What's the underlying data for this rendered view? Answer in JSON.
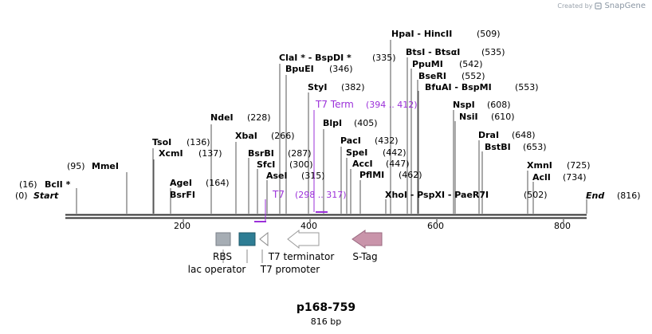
{
  "watermark": {
    "prefix": "Created by",
    "brand": "SnapGene"
  },
  "plasmid": {
    "name": "p168-759",
    "length_label": "816 bp"
  },
  "start_end": {
    "start": {
      "name": "Start",
      "pos": "(0)"
    },
    "end": {
      "name": "End",
      "pos": "(816)"
    }
  },
  "ticks": [
    "200",
    "400",
    "600",
    "800"
  ],
  "sites": [
    {
      "id": "bcli",
      "name": "BclI *",
      "pos": "(16)"
    },
    {
      "id": "mmei",
      "name": "MmeI",
      "pos": "(95)"
    },
    {
      "id": "tsoi",
      "name": "TsoI",
      "pos": "(136)"
    },
    {
      "id": "xcmi",
      "name": "XcmI",
      "pos": "(137)"
    },
    {
      "id": "agei",
      "name": "AgeI",
      "pos": ""
    },
    {
      "id": "bsrfi",
      "name": "BsrFI",
      "pos": "(164)"
    },
    {
      "id": "ndei",
      "name": "NdeI",
      "pos": "(228)"
    },
    {
      "id": "xbai",
      "name": "XbaI",
      "pos": "(266)"
    },
    {
      "id": "bsrbi",
      "name": "BsrBI",
      "pos": "(287)"
    },
    {
      "id": "sfci",
      "name": "SfcI",
      "pos": "(300)"
    },
    {
      "id": "asei",
      "name": "AseI",
      "pos": "(315)"
    },
    {
      "id": "clai",
      "name": "ClaI * - BspDI *",
      "pos": "(335)"
    },
    {
      "id": "bpuei",
      "name": "BpuEI",
      "pos": "(346)"
    },
    {
      "id": "styi",
      "name": "StyI",
      "pos": "(382)"
    },
    {
      "id": "blpi",
      "name": "BlpI",
      "pos": "(405)"
    },
    {
      "id": "paci",
      "name": "PacI",
      "pos": "(432)"
    },
    {
      "id": "spei",
      "name": "SpeI",
      "pos": "(442)"
    },
    {
      "id": "acci",
      "name": "AccI",
      "pos": "(447)"
    },
    {
      "id": "pflmi",
      "name": "PflMI",
      "pos": "(462)"
    },
    {
      "id": "xhoi",
      "name": "XhoI  - PspXI  - PaeR7I",
      "pos": "(502)"
    },
    {
      "id": "hpai",
      "name": "HpaI  - HincII",
      "pos": "(509)"
    },
    {
      "id": "btsi",
      "name": "BtsI - BtsαI",
      "pos": "(535)"
    },
    {
      "id": "ppumi",
      "name": "PpuMI",
      "pos": "(542)"
    },
    {
      "id": "bseri",
      "name": "BseRI",
      "pos": "(552)"
    },
    {
      "id": "bfuai",
      "name": "BfuAI - BspMI",
      "pos": "(553)"
    },
    {
      "id": "nspi",
      "name": "NspI",
      "pos": "(608)"
    },
    {
      "id": "nsii",
      "name": "NsiI",
      "pos": "(610)"
    },
    {
      "id": "drai",
      "name": "DraI",
      "pos": "(648)"
    },
    {
      "id": "bstbi",
      "name": "BstBI",
      "pos": "(653)"
    },
    {
      "id": "xmni",
      "name": "XmnI",
      "pos": "(725)"
    },
    {
      "id": "acli",
      "name": "AclI",
      "pos": "(734)"
    }
  ],
  "primers": [
    {
      "id": "t7term",
      "name": "T7 Term",
      "range": "(394 .. 412)",
      "color": "#9b30d9"
    },
    {
      "id": "t7",
      "name": "T7",
      "range": "(298 .. 317)",
      "color": "#9b30d9"
    }
  ],
  "features": [
    {
      "id": "rbs",
      "label": "RBS",
      "color": "#a6adb4"
    },
    {
      "id": "lacop",
      "label": "lac operator",
      "color": "#2e7d94"
    },
    {
      "id": "t7promoter",
      "label": "T7 promoter",
      "color": "#ffffff"
    },
    {
      "id": "t7terminator",
      "label": "T7 terminator",
      "color": "#ffffff"
    },
    {
      "id": "stag",
      "label": "S-Tag",
      "color": "#c994aa"
    }
  ]
}
